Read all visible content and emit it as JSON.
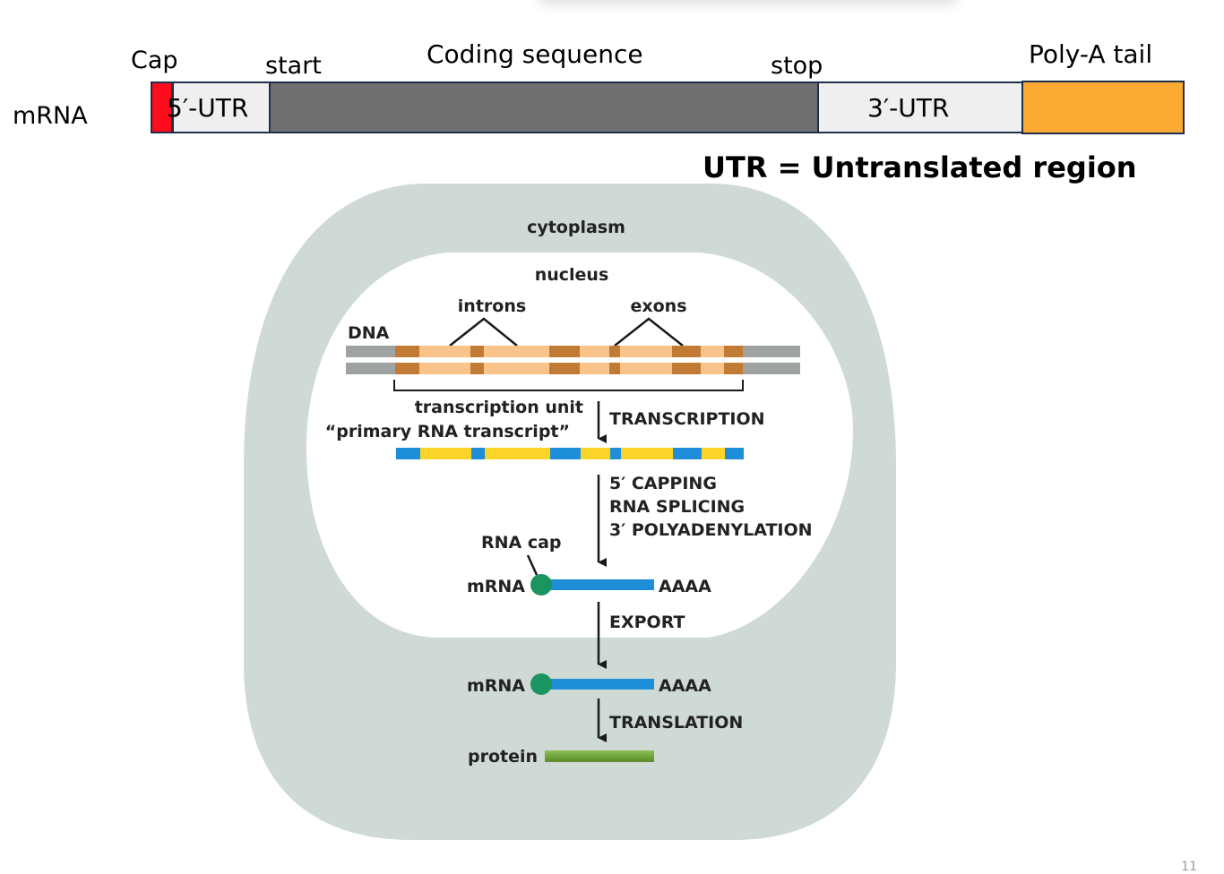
{
  "mrna_schematic": {
    "row_label": "mRNA",
    "labels": {
      "cap": "Cap",
      "start": "start",
      "coding_sequence": "Coding sequence",
      "stop": "stop",
      "poly_a_tail": "Poly-A tail"
    },
    "segments": [
      {
        "name": "cap",
        "text": "",
        "color": "#ff0c1c"
      },
      {
        "name": "5-utr",
        "text": "5′-UTR",
        "color": "#efefef"
      },
      {
        "name": "coding-sequence",
        "text": "",
        "color": "#707070"
      },
      {
        "name": "3-utr",
        "text": "3′-UTR",
        "color": "#efefef"
      },
      {
        "name": "poly-a-tail",
        "text": "",
        "color": "#fbab33"
      }
    ],
    "definition": "UTR = Untranslated region"
  },
  "cell_diagram": {
    "compartments": {
      "cytoplasm": "cytoplasm",
      "nucleus": "nucleus"
    },
    "dna": {
      "label": "DNA",
      "introns_label": "introns",
      "exons_label": "exons",
      "transcription_unit_label": "transcription unit"
    },
    "primary_transcript_label": "“primary RNA transcript”",
    "steps": {
      "transcription": "TRANSCRIPTION",
      "processing": [
        "5′ CAPPING",
        "RNA SPLICING",
        "3′ POLYADENYLATION"
      ],
      "export": "EXPORT",
      "translation": "TRANSLATION"
    },
    "mrna_nuclear": {
      "label": "mRNA",
      "tail": "AAAA",
      "cap_label": "RNA cap"
    },
    "mrna_cytoplasmic": {
      "label": "mRNA",
      "tail": "AAAA"
    },
    "protein_label": "protein",
    "colors": {
      "cytoplasm": "#d0dad5",
      "nucleus": "#ffffff",
      "dna_flank": "#9ea3a2",
      "dna_exon": "#c27b34",
      "dna_intron": "#f9c48a",
      "rna_exon": "#1e8ed8",
      "rna_intron": "#fbd428",
      "cap": "#1a9460",
      "mrna": "#1e8ed8",
      "protein": "#6fa23a"
    }
  },
  "page_number": "11"
}
